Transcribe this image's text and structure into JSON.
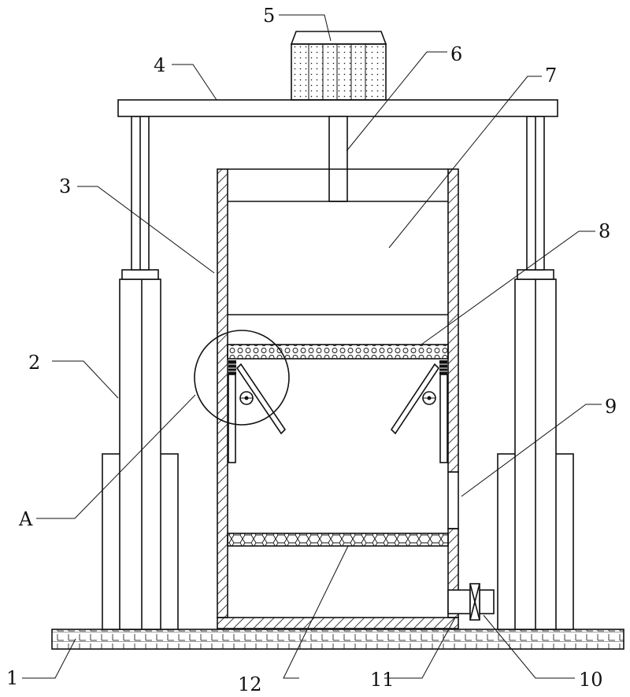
{
  "labels": {
    "base": "1",
    "cylinder": "2",
    "barrel_wall": "3",
    "crossbeam": "4",
    "motor": "5",
    "shaft": "6",
    "press_plate": "7",
    "upper_screen": "8",
    "window": "9",
    "valve": "10",
    "outlet_pipe": "11",
    "lower_screen": "12",
    "detail": "A"
  }
}
